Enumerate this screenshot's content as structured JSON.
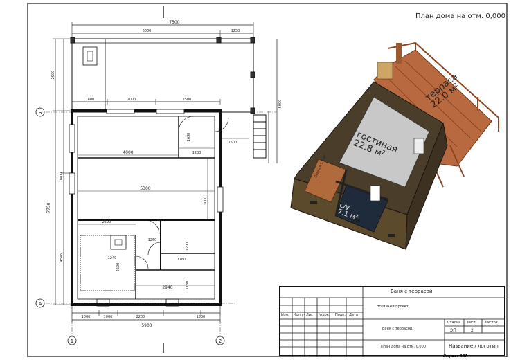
{
  "sheet": {
    "title": "План дома на отм. 0,000",
    "format_note": "Формат А3А"
  },
  "plan": {
    "dims_top": [
      "7500",
      "6000",
      "1250"
    ],
    "dims_top_row2": [
      "1400",
      "2000",
      "2500"
    ],
    "dims_left": [
      "2900",
      "7750"
    ],
    "dims_left_sub": [
      "1400",
      "4545"
    ],
    "dims_right": [
      "5000"
    ],
    "dims_inner": [
      "4000",
      "5300",
      "1200",
      "1630",
      "1500",
      "3000",
      "2590",
      "1260",
      "1240",
      "2500",
      "1760",
      "2940",
      "1180",
      "1200"
    ],
    "dims_bottom": [
      "5900",
      "1000",
      "1000",
      "2200",
      "1500"
    ],
    "axes": {
      "b": "Б",
      "a": "А",
      "c1": "1",
      "c2": "2"
    }
  },
  "iso": {
    "terrace_name": "терраса",
    "terrace_area": "22.0 м²",
    "living_name": "гостиная",
    "living_area": "22.8 м²",
    "bath_name": "с/у",
    "bath_area": "7.1 м²",
    "steam_name": "Парная 5.6 м²"
  },
  "title_block": {
    "project_name": "Баня с террасой",
    "stage_name": "Эскизный проект",
    "col_headers": [
      "Изм.",
      "Кол.уч",
      "Лист",
      "№док.",
      "Подп.",
      "Дата"
    ],
    "doc_name": "Баня с террасой.",
    "sheet_name": "План дома на отм. 0,000",
    "stage_label": "Стадия",
    "sheet_label": "Лист",
    "sheets_label": "Листов",
    "stage_value": "ЭП",
    "sheet_value": "2",
    "logo_text": "Название / логотип"
  }
}
